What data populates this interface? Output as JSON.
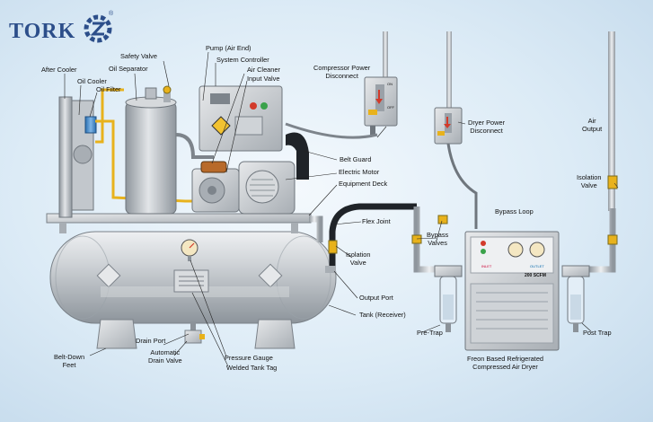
{
  "brand": {
    "name": "TORK",
    "registered": "®"
  },
  "labels": {
    "after_cooler": "After Cooler",
    "oil_separator": "Oil Separator",
    "safety_valve": "Safety Valve",
    "oil_cooler": "Oil Cooler",
    "oil_filter": "Oil Filter",
    "pump_air_end": "Pump (Air End)",
    "system_controller": "System Controller",
    "air_cleaner": "Air Cleaner",
    "input_valve": "Input Valve",
    "compressor_power_disconnect": "Compressor Power\nDisconnect",
    "dryer_power_disconnect": "Dryer Power\nDisconnect",
    "air_output": "Air\nOutput",
    "belt_guard": "Belt Guard",
    "electric_motor": "Electric Motor",
    "equipment_deck": "Equipment Deck",
    "isolation_valve_right": "Isolation\nValve",
    "bypass_loop": "Bypass Loop",
    "flex_joint": "Flex Joint",
    "bypass_valves": "Bypass\nValves",
    "isolation_valve_mid": "Isolation\nValve",
    "output_port": "Output Port",
    "tank_receiver": "Tank (Receiver)",
    "pre_trap": "Pre-Trap",
    "post_trap": "Post Trap",
    "drain_port": "Drain Port",
    "automatic_drain_valve": "Automatic\nDrain Valve",
    "belt_down_feet": "Belt-Down\nFeet",
    "pressure_gauge": "Pressure Gauge",
    "welded_tank_tag": "Welded Tank Tag",
    "dryer_caption": "Freon Based Refrigerated\nCompressed Air Dryer"
  },
  "dryer_panel": {
    "rating": "200 SCFM",
    "inlet": "INLET",
    "outlet": "OUTLET"
  },
  "switch_box": {
    "on": "ON",
    "off": "OFF"
  },
  "colors": {
    "pipe": "#b9bec4",
    "pipe_dark": "#8b9299",
    "yellow_line": "#e8b21c",
    "tank": "#c9cdd2",
    "red": "#d23a2a",
    "green": "#3aa24a"
  }
}
